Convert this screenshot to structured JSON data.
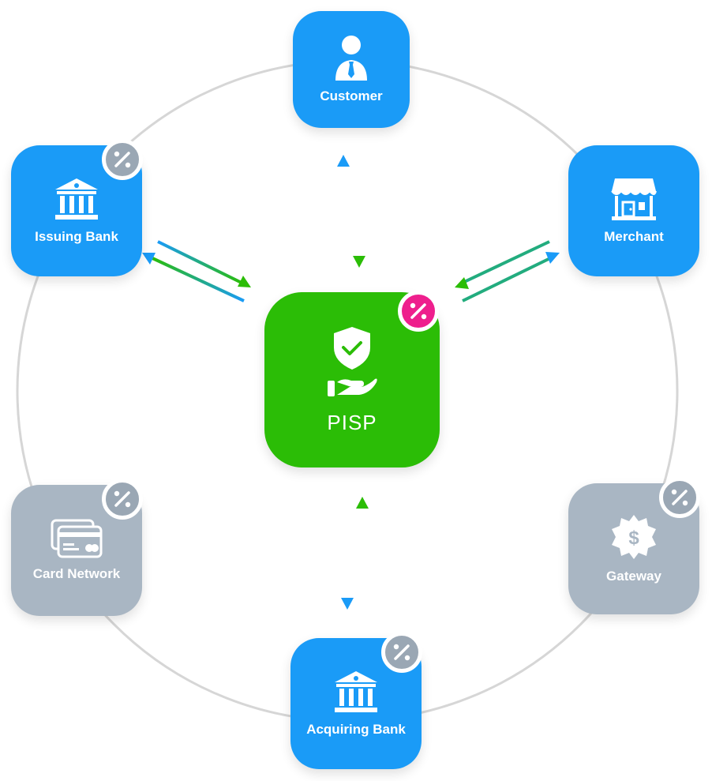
{
  "nodes": {
    "customer": {
      "label": "Customer",
      "icon": "customer-icon",
      "color": "#1a9bf7"
    },
    "issuing_bank": {
      "label": "Issuing Bank",
      "icon": "bank-icon",
      "color": "#1a9bf7",
      "badge": "percent-icon"
    },
    "merchant": {
      "label": "Merchant",
      "icon": "storefront-icon",
      "color": "#1a9bf7"
    },
    "pisp": {
      "label": "PISP",
      "icon": "shield-hand-icon",
      "color": "#2bbd06",
      "badge": "percent-icon"
    },
    "card_network": {
      "label": "Card Network",
      "icon": "cards-icon",
      "color": "#a9b6c3",
      "badge": "percent-icon"
    },
    "gateway": {
      "label": "Gateway",
      "icon": "dollar-gear-icon",
      "color": "#a9b6c3",
      "badge": "percent-icon"
    },
    "acquiring_bank": {
      "label": "Acquiring Bank",
      "icon": "bank-icon",
      "color": "#1a9bf7",
      "badge": "percent-icon"
    }
  },
  "colors": {
    "arrow_blue": "#1a9bf7",
    "arrow_green": "#2bbd06",
    "badge_gray": "#9aa7b4",
    "badge_pink": "#ee1f8d",
    "ring": "#d6d6d6"
  }
}
